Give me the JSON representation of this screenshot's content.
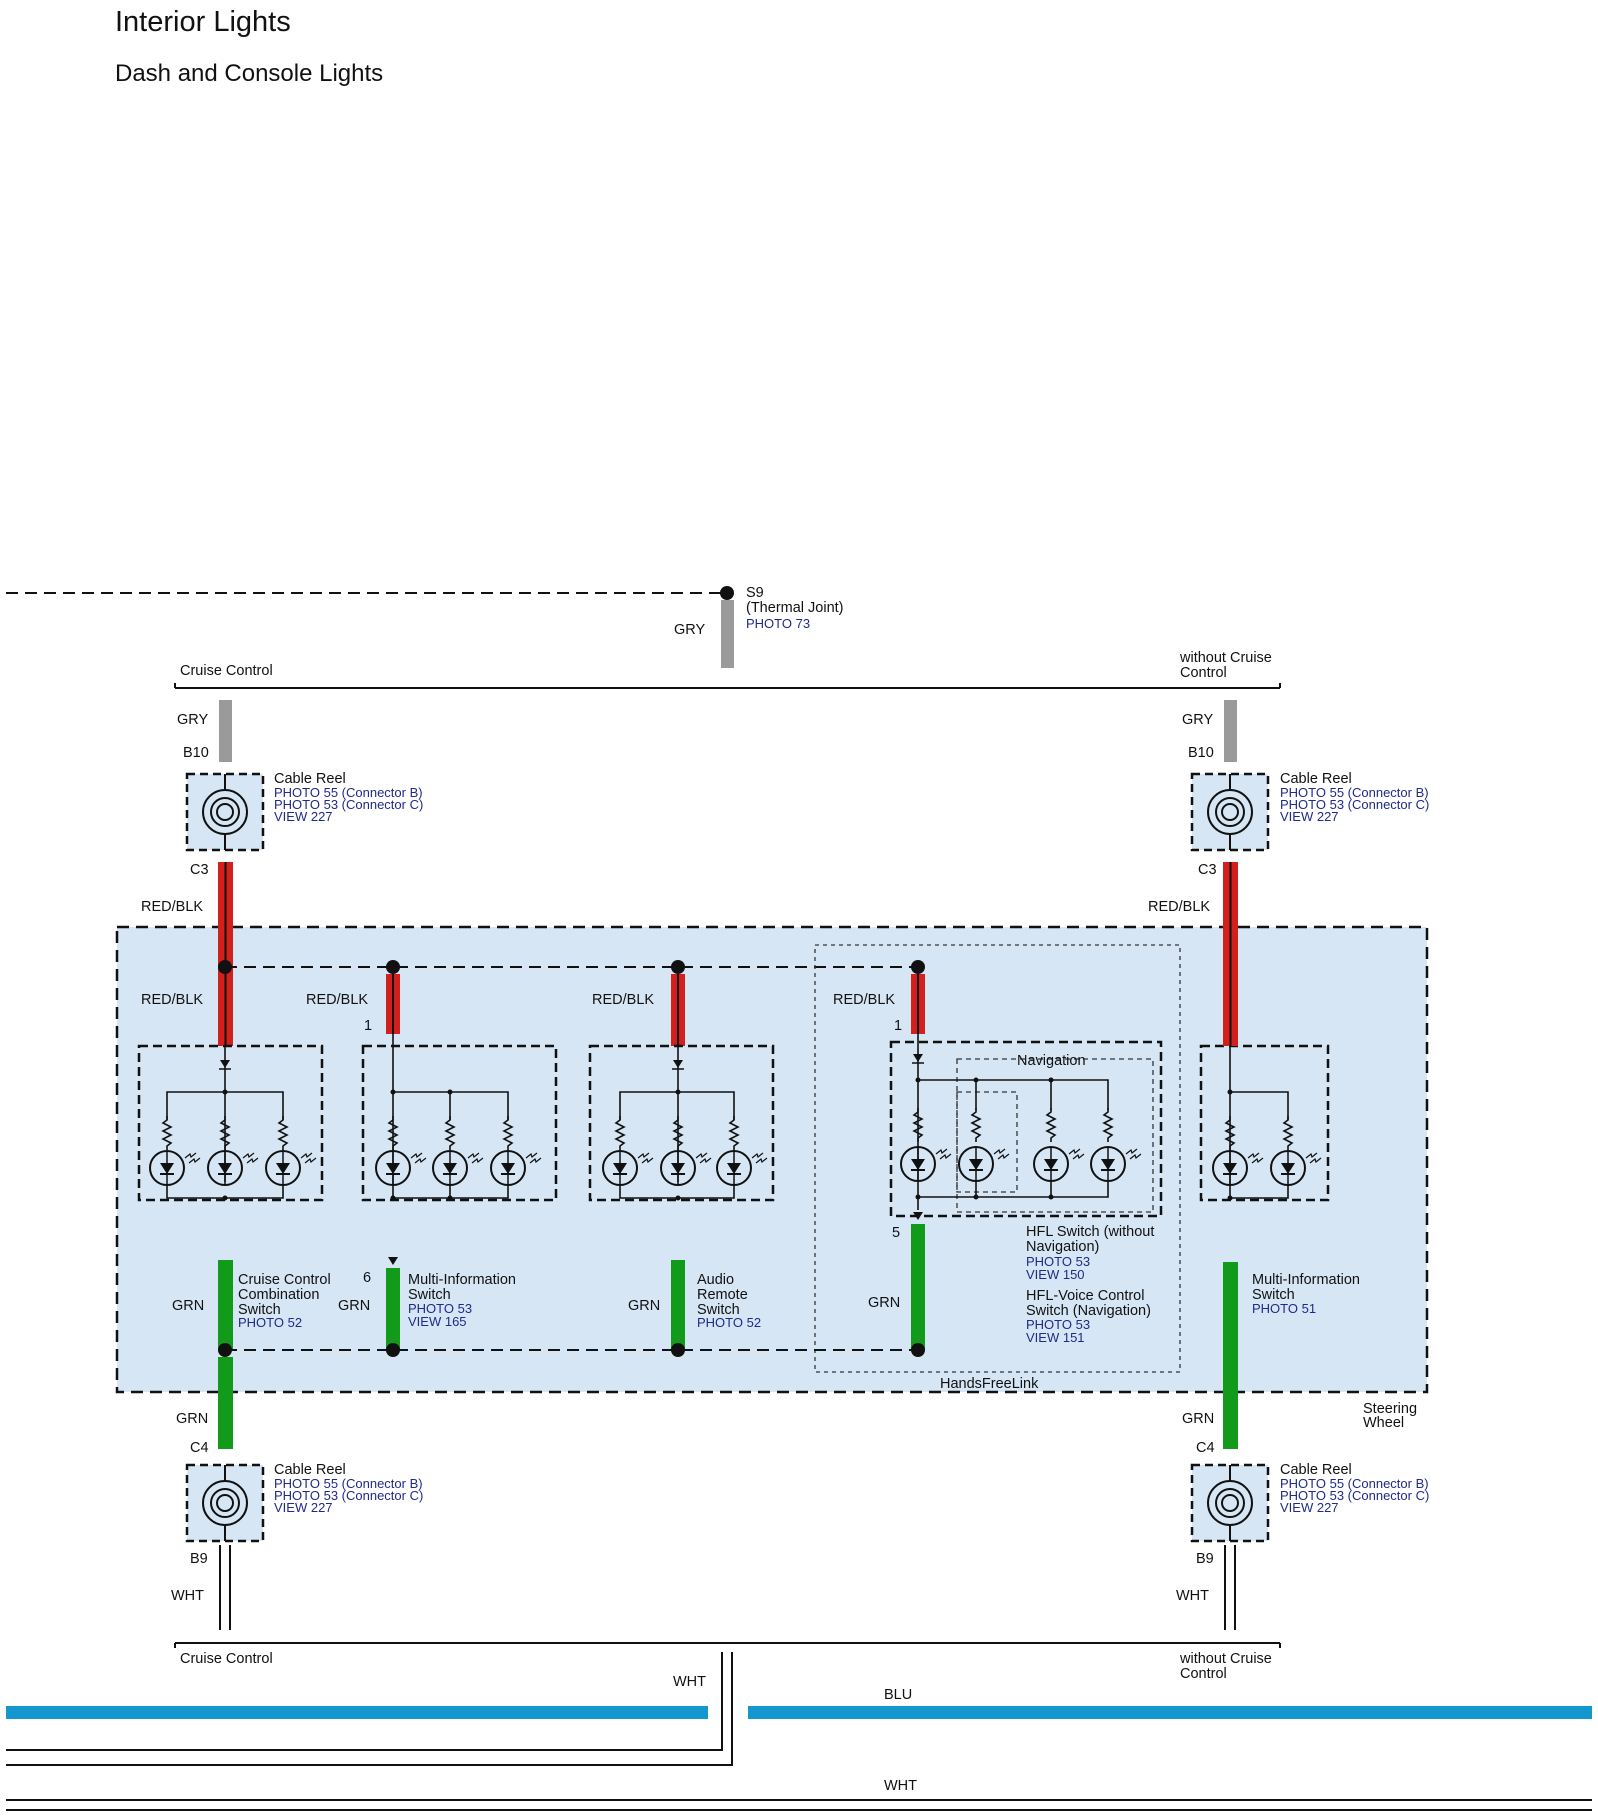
{
  "header": {
    "title": "Interior Lights",
    "subtitle": "Dash and Console Lights"
  },
  "colors": {
    "gry": "#9a9a9a",
    "red": "#d4201c",
    "grn": "#129a1b",
    "blu": "#1497cf",
    "panel": "#d6e6f5",
    "ref_text": "#1f2a8a"
  },
  "splice": {
    "name": "S9",
    "desc": "(Thermal Joint)",
    "photo": "PHOTO 73"
  },
  "wires": {
    "gry": "GRY",
    "redblk": "RED/BLK",
    "grn": "GRN",
    "wht": "WHT",
    "blu": "BLU"
  },
  "options": {
    "cruise": "Cruise Control",
    "no_cruise_1": "without Cruise",
    "no_cruise_2": "Control"
  },
  "cable_reel": {
    "name": "Cable Reel",
    "ref1": "PHOTO 55 (Connector B)",
    "ref2": "PHOTO 53 (Connector C)",
    "ref3": "VIEW 227",
    "pin_b10": "B10",
    "pin_c3": "C3",
    "pin_c4": "C4",
    "pin_b9": "B9"
  },
  "switches": {
    "cruise_combo": {
      "line1": "Cruise Control",
      "line2": "Combination",
      "line3": "Switch",
      "ref": "PHOTO 52"
    },
    "multi_info": {
      "line1": "Multi-Information",
      "line2": "Switch",
      "ref1": "PHOTO 53",
      "ref2": "VIEW 165",
      "pin_in": "1",
      "pin_out": "6"
    },
    "audio": {
      "line1": "Audio",
      "line2": "Remote",
      "line3": "Switch",
      "ref": "PHOTO 52"
    },
    "hfl": {
      "nav_label": "Navigation",
      "pin_in": "1",
      "pin_out": "5",
      "line1": "HFL Switch (without",
      "line2": "Navigation)",
      "ref1": "PHOTO 53",
      "ref2": "VIEW 150",
      "v_line1": "HFL-Voice Control",
      "v_line2": "Switch (Navigation)",
      "v_ref1": "PHOTO 53",
      "v_ref2": "VIEW 151",
      "group": "HandsFreeLink"
    },
    "multi_info_right": {
      "line1": "Multi-Information",
      "line2": "Switch",
      "ref": "PHOTO 51"
    }
  },
  "steering": {
    "line1": "Steering",
    "line2": "Wheel"
  }
}
